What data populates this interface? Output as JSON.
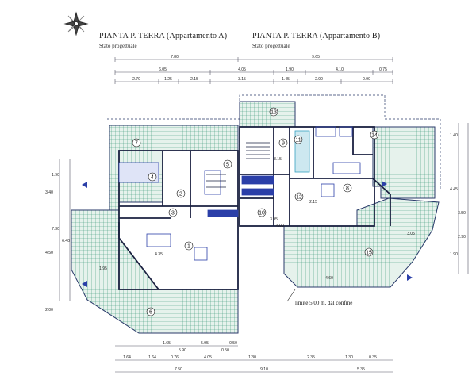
{
  "plan_a": {
    "title": "PIANTA P. TERRA (Appartamento A)",
    "subtitle": "Stato progettuale"
  },
  "plan_b": {
    "title": "PIANTA P. TERRA (Appartamento B)",
    "subtitle": "Stato progettuale"
  },
  "note": "limite 5.00 m. dal confine",
  "icons": {
    "compass": "compass-rose-icon"
  },
  "colors": {
    "line": "#2a3a6a",
    "tile": "#3d9a7a",
    "accent": "#2b3fa8",
    "water": "#36a0c0"
  },
  "rooms": [
    "1",
    "2",
    "3",
    "4",
    "5",
    "6",
    "7",
    "8",
    "9",
    "10",
    "11",
    "12",
    "13",
    "14",
    "15"
  ],
  "top_dims_1": [
    "7.80",
    "9.65"
  ],
  "top_dims_2": [
    "6.05",
    "4.05",
    "1.90",
    "4.10",
    "0.75"
  ],
  "top_dims_3": [
    "2.70",
    "1.25",
    "2.15",
    "3.15",
    "1.45",
    "2.90",
    "0.90"
  ],
  "bottom_dims_1": [
    "1.65",
    "5.95",
    "0.50"
  ],
  "bottom_dims_2": [
    "5.90",
    "0.50"
  ],
  "bottom_dims_3": [
    "1.64",
    "1.64",
    "0.76",
    "4.05",
    "1.30",
    "2.35",
    "1.30",
    "0.35"
  ],
  "bottom_dims_4": [
    "7.50",
    "9.10",
    "5.35"
  ],
  "left_dims": [
    "7.30",
    "6.40",
    "4.50",
    "3.40",
    "2.00",
    "1.90"
  ],
  "right_dims": [
    "4.45",
    "3.50",
    "2.90",
    "1.90",
    "1.40"
  ],
  "inner_dims": [
    "3.95",
    "4.00",
    "4.35",
    "3.15",
    "4.60",
    "3.05",
    "2.15",
    "1.95"
  ]
}
